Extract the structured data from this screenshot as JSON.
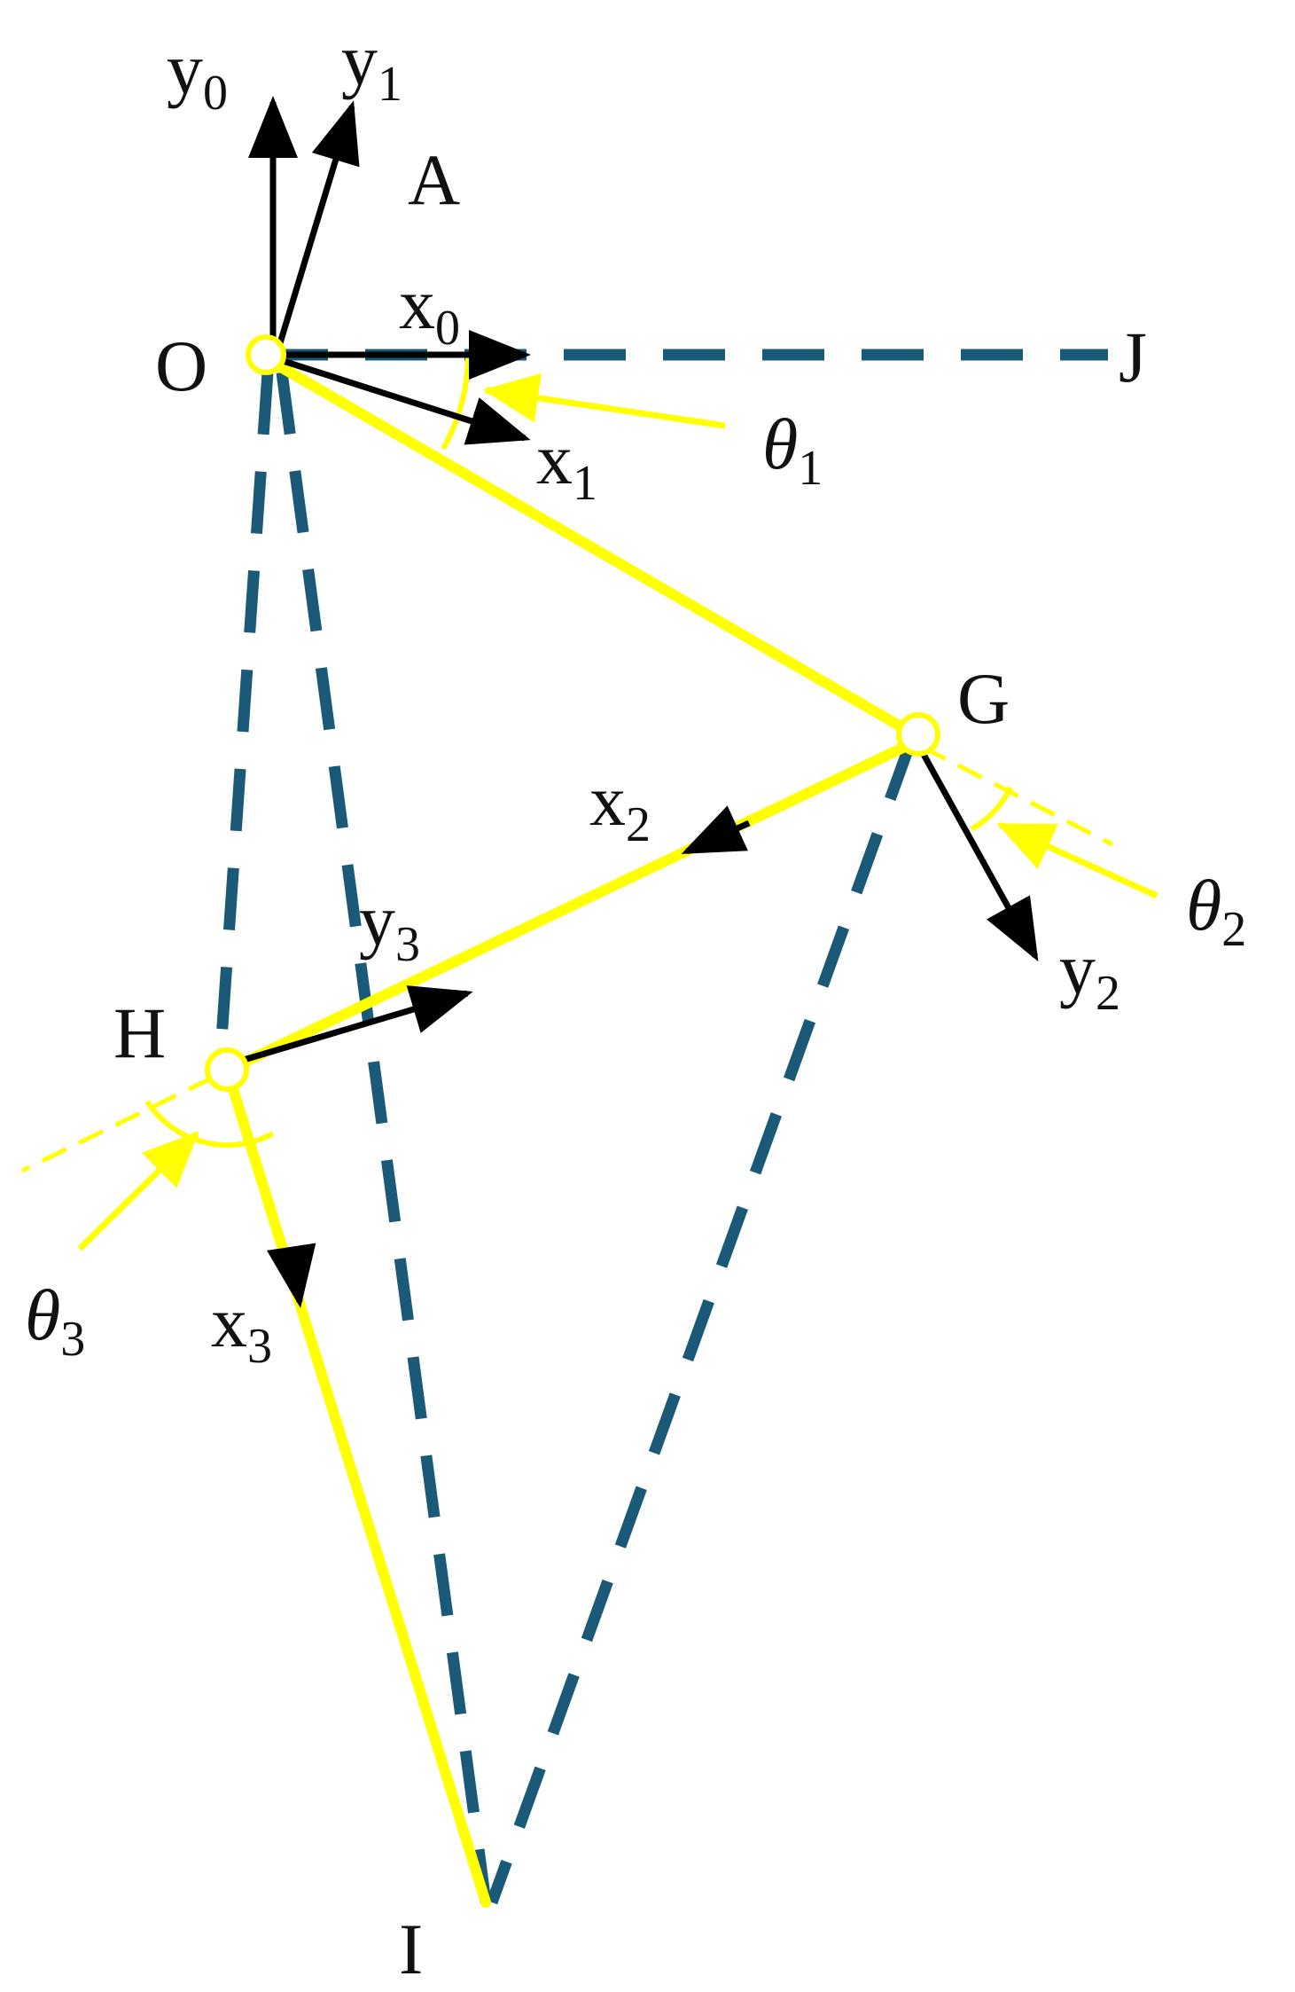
{
  "colors": {
    "link": "#ffff00",
    "dashed": "#1a5a78",
    "arrow": "#000000",
    "text": "#111111"
  },
  "points": {
    "O": "O",
    "A": "A",
    "J": "J",
    "G": "G",
    "H": "H",
    "I": "I"
  },
  "axes": {
    "y0": {
      "base": "y",
      "sub": "0"
    },
    "y1": {
      "base": "y",
      "sub": "1"
    },
    "x0": {
      "base": "x",
      "sub": "0"
    },
    "x1": {
      "base": "x",
      "sub": "1"
    },
    "x2": {
      "base": "x",
      "sub": "2"
    },
    "y2": {
      "base": "y",
      "sub": "2"
    },
    "y3": {
      "base": "y",
      "sub": "3"
    },
    "x3": {
      "base": "x",
      "sub": "3"
    }
  },
  "angles": {
    "theta1": {
      "base": "θ",
      "sub": "1"
    },
    "theta2": {
      "base": "θ",
      "sub": "2"
    },
    "theta3": {
      "base": "θ",
      "sub": "3"
    }
  }
}
